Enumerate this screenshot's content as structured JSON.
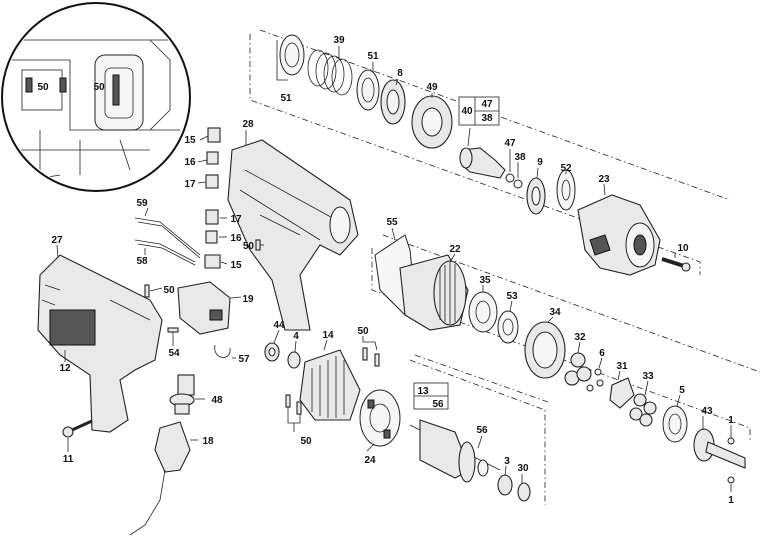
{
  "inset": {
    "labels": [
      "50",
      "50"
    ]
  },
  "callouts": [
    {
      "id": "c51a",
      "text": "51"
    },
    {
      "id": "c39",
      "text": "39"
    },
    {
      "id": "c51b",
      "text": "51"
    },
    {
      "id": "c8",
      "text": "8"
    },
    {
      "id": "c49",
      "text": "49"
    },
    {
      "id": "c28",
      "text": "28"
    },
    {
      "id": "c15a",
      "text": "15"
    },
    {
      "id": "c16a",
      "text": "16"
    },
    {
      "id": "c17a",
      "text": "17"
    },
    {
      "id": "c47",
      "text": "47"
    },
    {
      "id": "c38",
      "text": "38"
    },
    {
      "id": "c9",
      "text": "9"
    },
    {
      "id": "c52",
      "text": "52"
    },
    {
      "id": "c23",
      "text": "23"
    },
    {
      "id": "c59",
      "text": "59"
    },
    {
      "id": "c58",
      "text": "58"
    },
    {
      "id": "c17b",
      "text": "17"
    },
    {
      "id": "c16b",
      "text": "16"
    },
    {
      "id": "c15b",
      "text": "15"
    },
    {
      "id": "c50a",
      "text": "50"
    },
    {
      "id": "c55",
      "text": "55"
    },
    {
      "id": "c22",
      "text": "22"
    },
    {
      "id": "c10",
      "text": "10"
    },
    {
      "id": "c27",
      "text": "27"
    },
    {
      "id": "c50b",
      "text": "50"
    },
    {
      "id": "c19",
      "text": "19"
    },
    {
      "id": "c35",
      "text": "35"
    },
    {
      "id": "c53",
      "text": "53"
    },
    {
      "id": "c34",
      "text": "34"
    },
    {
      "id": "c44",
      "text": "44"
    },
    {
      "id": "c4",
      "text": "4"
    },
    {
      "id": "c14",
      "text": "14"
    },
    {
      "id": "c50c",
      "text": "50"
    },
    {
      "id": "c32",
      "text": "32"
    },
    {
      "id": "c6",
      "text": "6"
    },
    {
      "id": "c31",
      "text": "31"
    },
    {
      "id": "c54",
      "text": "54"
    },
    {
      "id": "c57",
      "text": "57"
    },
    {
      "id": "c12",
      "text": "12"
    },
    {
      "id": "c33",
      "text": "33"
    },
    {
      "id": "c5",
      "text": "5"
    },
    {
      "id": "c48",
      "text": "48"
    },
    {
      "id": "c43",
      "text": "43"
    },
    {
      "id": "c1a",
      "text": "1"
    },
    {
      "id": "c18",
      "text": "18"
    },
    {
      "id": "c50d",
      "text": "50"
    },
    {
      "id": "c56",
      "text": "56"
    },
    {
      "id": "c24",
      "text": "24"
    },
    {
      "id": "c3",
      "text": "3"
    },
    {
      "id": "c30",
      "text": "30"
    },
    {
      "id": "c11",
      "text": "11"
    },
    {
      "id": "c1b",
      "text": "1"
    }
  ],
  "boxes": {
    "box_40_47_38": {
      "left": "40",
      "top_right": "47",
      "bottom_right": "38"
    },
    "box_13_56": {
      "top": "13",
      "bottom": "56"
    }
  }
}
